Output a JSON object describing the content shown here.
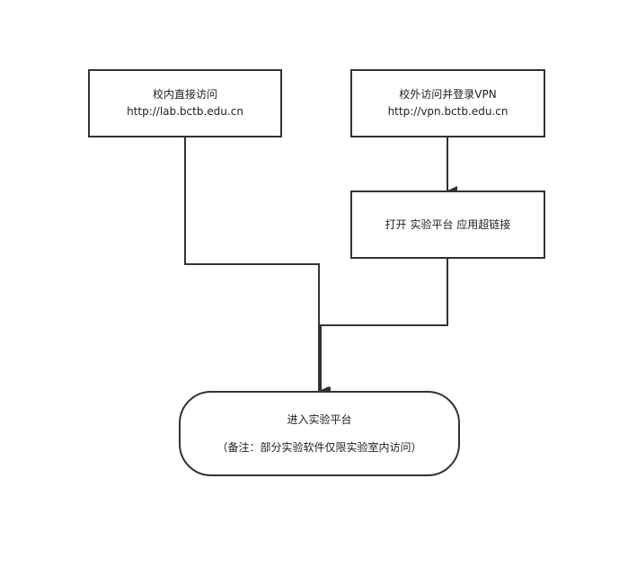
{
  "diagram": {
    "nodes": {
      "campus_access": {
        "title": "校内直接访问",
        "url": "http://lab.bctb.edu.cn"
      },
      "vpn_access": {
        "title": "校外访问并登录VPN",
        "url": "http://vpn.bctb.edu.cn"
      },
      "open_link": {
        "title": "打开 实验平台 应用超链接"
      },
      "enter_platform": {
        "title": "进入实验平台",
        "note": "（备注：部分实验软件仅限实验室内访问）"
      }
    },
    "edges": [
      {
        "from": "campus_access",
        "to": "enter_platform"
      },
      {
        "from": "vpn_access",
        "to": "open_link"
      },
      {
        "from": "open_link",
        "to": "enter_platform"
      }
    ],
    "colors": {
      "stroke": "#333333",
      "background": "#ffffff",
      "text": "#222222"
    }
  }
}
